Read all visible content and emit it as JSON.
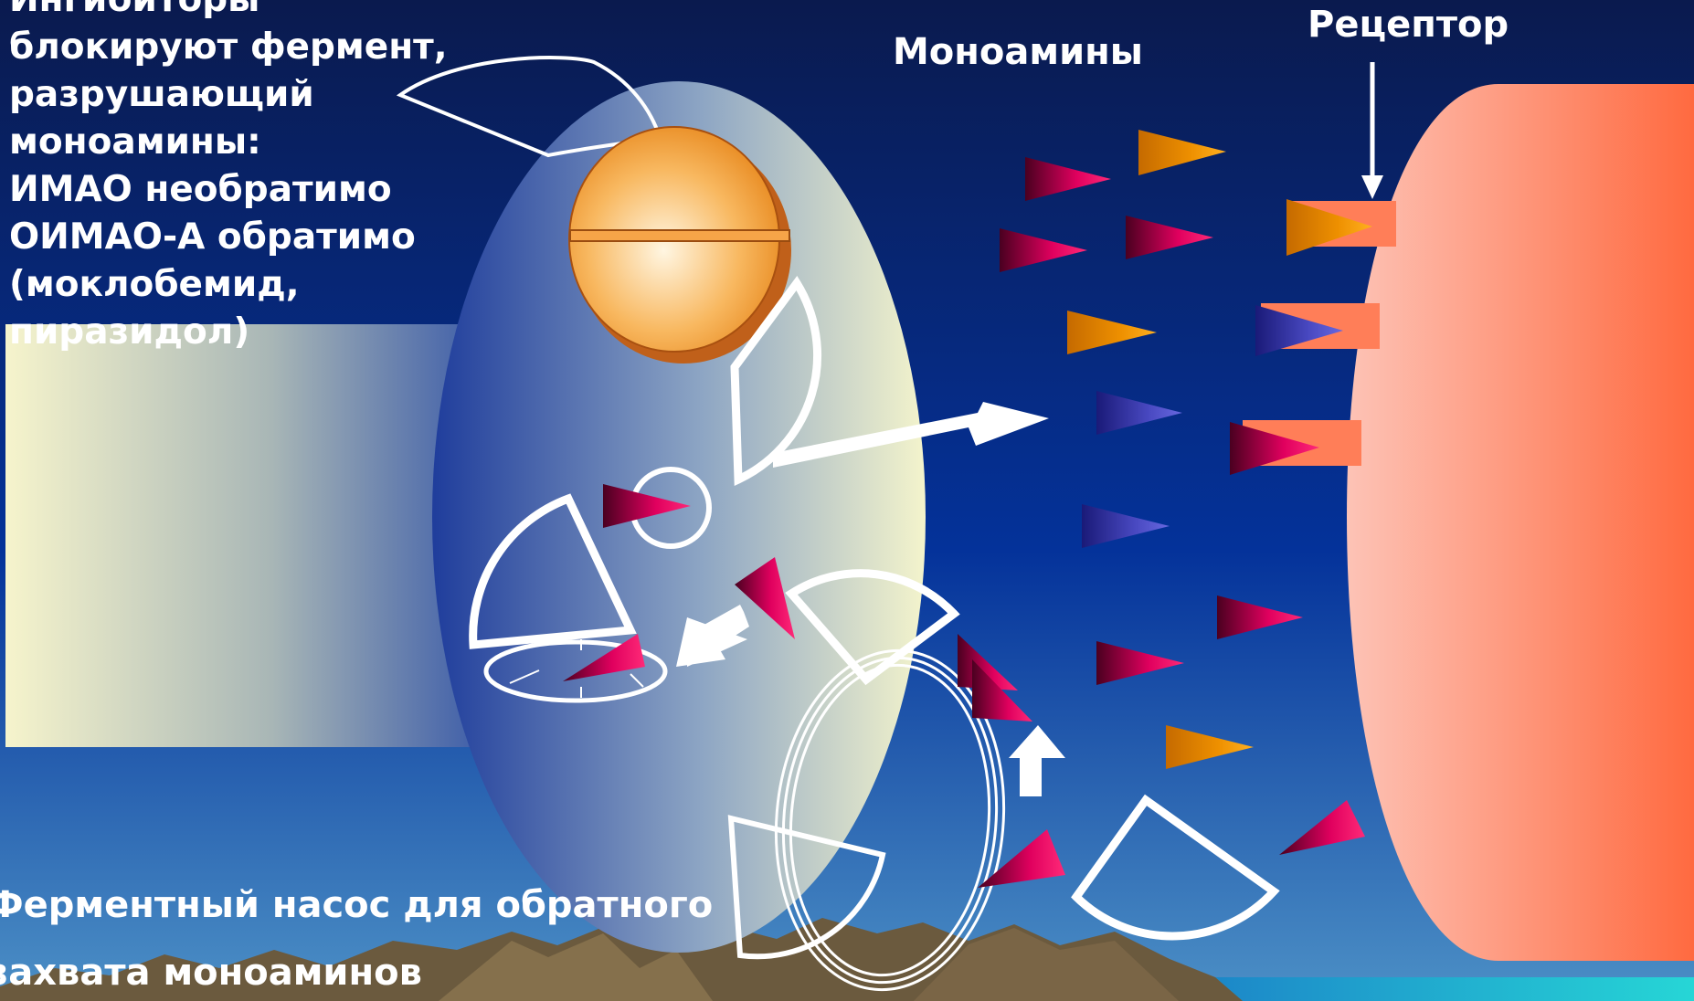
{
  "labels": {
    "left_text_lines": [
      "Ингибиторы",
      "блокируют фермент,",
      "разрушающий",
      "моноамины:",
      "ИМАО необратимо",
      "ОИМАО-А обратимо",
      "(моклобемид,",
      "пиразидол)"
    ],
    "monoamines": "Моноамины",
    "receptor": "Рецептор",
    "pump_line1": "Ферментный насос для обратного",
    "pump_line2": "захвата моноаминов"
  },
  "colors": {
    "background_top": "#0a1a4e",
    "background_mid": "#04329a",
    "background_bottom": "#4c90c6",
    "neuron_gradient_left": "#1f3d9c",
    "neuron_gradient_right": "#f4f4cc",
    "receptor_cell_left": "#fdc3b6",
    "receptor_cell_right": "#ff6a40",
    "pill": "#f6a448",
    "molecule_magenta": "#e0005e",
    "molecule_orange": "#ee9000",
    "molecule_blue": "#4848c0",
    "outline_white": "#ffffff"
  },
  "icons": [
    "pill-icon",
    "enzyme-pie-icon",
    "monoamine-molecule-icon",
    "arrow-icon",
    "receptor-icon"
  ]
}
